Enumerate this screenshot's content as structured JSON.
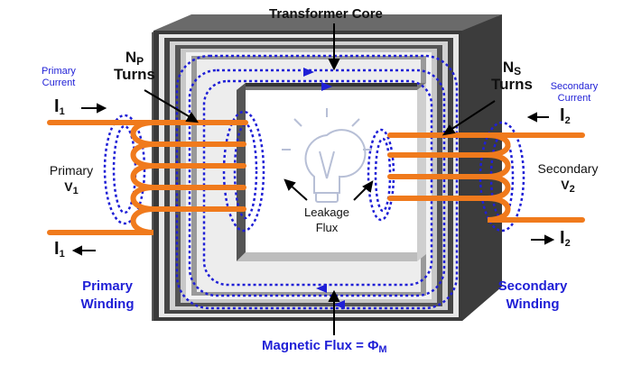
{
  "diagram": {
    "title": "Transformer Core",
    "primary_turns": {
      "symbol": "N",
      "subscript": "P",
      "word": "Turns"
    },
    "secondary_turns": {
      "symbol": "N",
      "subscript": "S",
      "word": "Turns"
    },
    "primary_current_label": {
      "line1": "Primary",
      "line2": "Current"
    },
    "secondary_current_label": {
      "line1": "Secondary",
      "line2": "Current"
    },
    "primary_voltage": {
      "line1": "Primary",
      "symbol": "V",
      "subscript": "1"
    },
    "secondary_voltage": {
      "line1": "Secondary",
      "symbol": "V",
      "subscript": "2"
    },
    "current_in_primary": {
      "symbol": "I",
      "subscript": "1"
    },
    "current_out_primary": {
      "symbol": "I",
      "subscript": "1"
    },
    "current_in_secondary": {
      "symbol": "I",
      "subscript": "2"
    },
    "current_out_secondary": {
      "symbol": "I",
      "subscript": "2"
    },
    "leakage_flux": {
      "line1": "Leakage",
      "line2": "Flux"
    },
    "primary_winding": {
      "line1": "Primary",
      "line2": "Winding"
    },
    "secondary_winding": {
      "line1": "Secondary",
      "line2": "Winding"
    },
    "magnetic_flux": {
      "text": "Magnetic Flux = Φ",
      "subscript": "M"
    },
    "colors": {
      "flux": "#1f1fd6",
      "winding": "#f07a1c",
      "core_dark": "#2a2a2a",
      "core_light": "#d8d8d8",
      "text": "#111111"
    },
    "icons": [
      "light-bulb-icon",
      "arrow-icon"
    ]
  }
}
